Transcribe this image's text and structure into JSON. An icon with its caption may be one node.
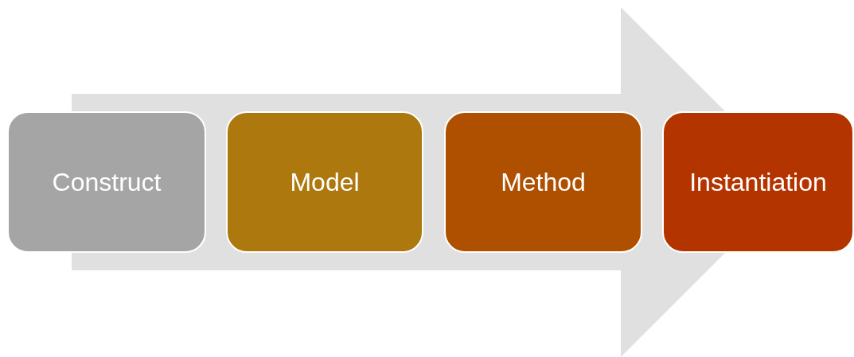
{
  "diagram": {
    "nodes": [
      {
        "text": [
          "Construct"
        ]
      },
      {
        "text": [
          "Model"
        ]
      },
      {
        "text": [
          "Method"
        ]
      },
      {
        "text": [
          "Instantiation"
        ]
      }
    ],
    "edges": [
      {
        "from": 0,
        "to": 3,
        "arrow": "to"
      }
    ]
  }
}
